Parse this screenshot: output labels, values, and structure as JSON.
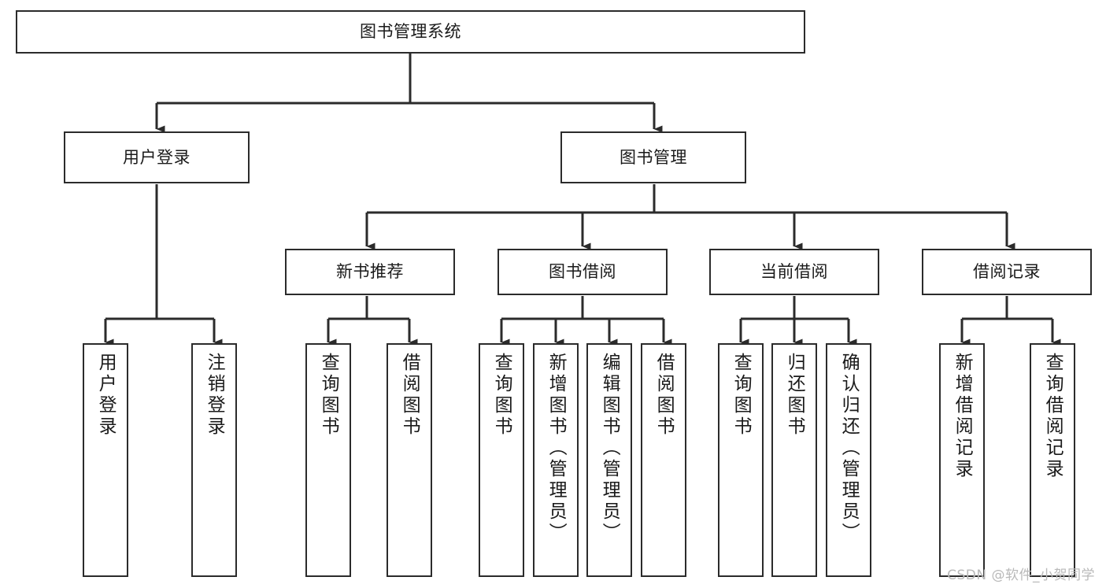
{
  "diagram": {
    "title": "图书管理系统",
    "watermark": "CSDN @软件_小贺同学",
    "line_color": "#2b2b2b",
    "box_fill": "#ffffff",
    "text_color": "#1a1a1a",
    "watermark_color": "#b9b9b9"
  },
  "nodes": {
    "root": {
      "label": "图书管理系统"
    },
    "level1": [
      {
        "label": "用户登录"
      },
      {
        "label": "图书管理"
      }
    ],
    "level2": [
      {
        "label": "新书推荐"
      },
      {
        "label": "图书借阅"
      },
      {
        "label": "当前借阅"
      },
      {
        "label": "借阅记录"
      }
    ],
    "leaves": {
      "user_login": [
        {
          "label": "用户登录"
        },
        {
          "label": "注销登录"
        }
      ],
      "new_book": [
        {
          "label": "查询图书"
        },
        {
          "label": "借阅图书"
        }
      ],
      "book_borrow": [
        {
          "label": "查询图书"
        },
        {
          "label": "新增图书（管理员）"
        },
        {
          "label": "编辑图书（管理员）"
        },
        {
          "label": "借阅图书"
        }
      ],
      "current_borrow": [
        {
          "label": "查询图书"
        },
        {
          "label": "归还图书"
        },
        {
          "label": "确认归还（管理员）"
        }
      ],
      "borrow_record": [
        {
          "label": "新增借阅记录"
        },
        {
          "label": "查询借阅记录"
        }
      ]
    }
  },
  "chart_data": {
    "type": "tree",
    "title": "图书管理系统",
    "orientation": "top-down",
    "tree": {
      "name": "图书管理系统",
      "children": [
        {
          "name": "用户登录",
          "children": [
            {
              "name": "用户登录"
            },
            {
              "name": "注销登录"
            }
          ]
        },
        {
          "name": "图书管理",
          "children": [
            {
              "name": "新书推荐",
              "children": [
                {
                  "name": "查询图书"
                },
                {
                  "name": "借阅图书"
                }
              ]
            },
            {
              "name": "图书借阅",
              "children": [
                {
                  "name": "查询图书"
                },
                {
                  "name": "新增图书（管理员）"
                },
                {
                  "name": "编辑图书（管理员）"
                },
                {
                  "name": "借阅图书"
                }
              ]
            },
            {
              "name": "当前借阅",
              "children": [
                {
                  "name": "查询图书"
                },
                {
                  "name": "归还图书"
                },
                {
                  "name": "确认归还（管理员）"
                }
              ]
            },
            {
              "name": "借阅记录",
              "children": [
                {
                  "name": "新增借阅记录"
                },
                {
                  "name": "查询借阅记录"
                }
              ]
            }
          ]
        }
      ]
    }
  }
}
